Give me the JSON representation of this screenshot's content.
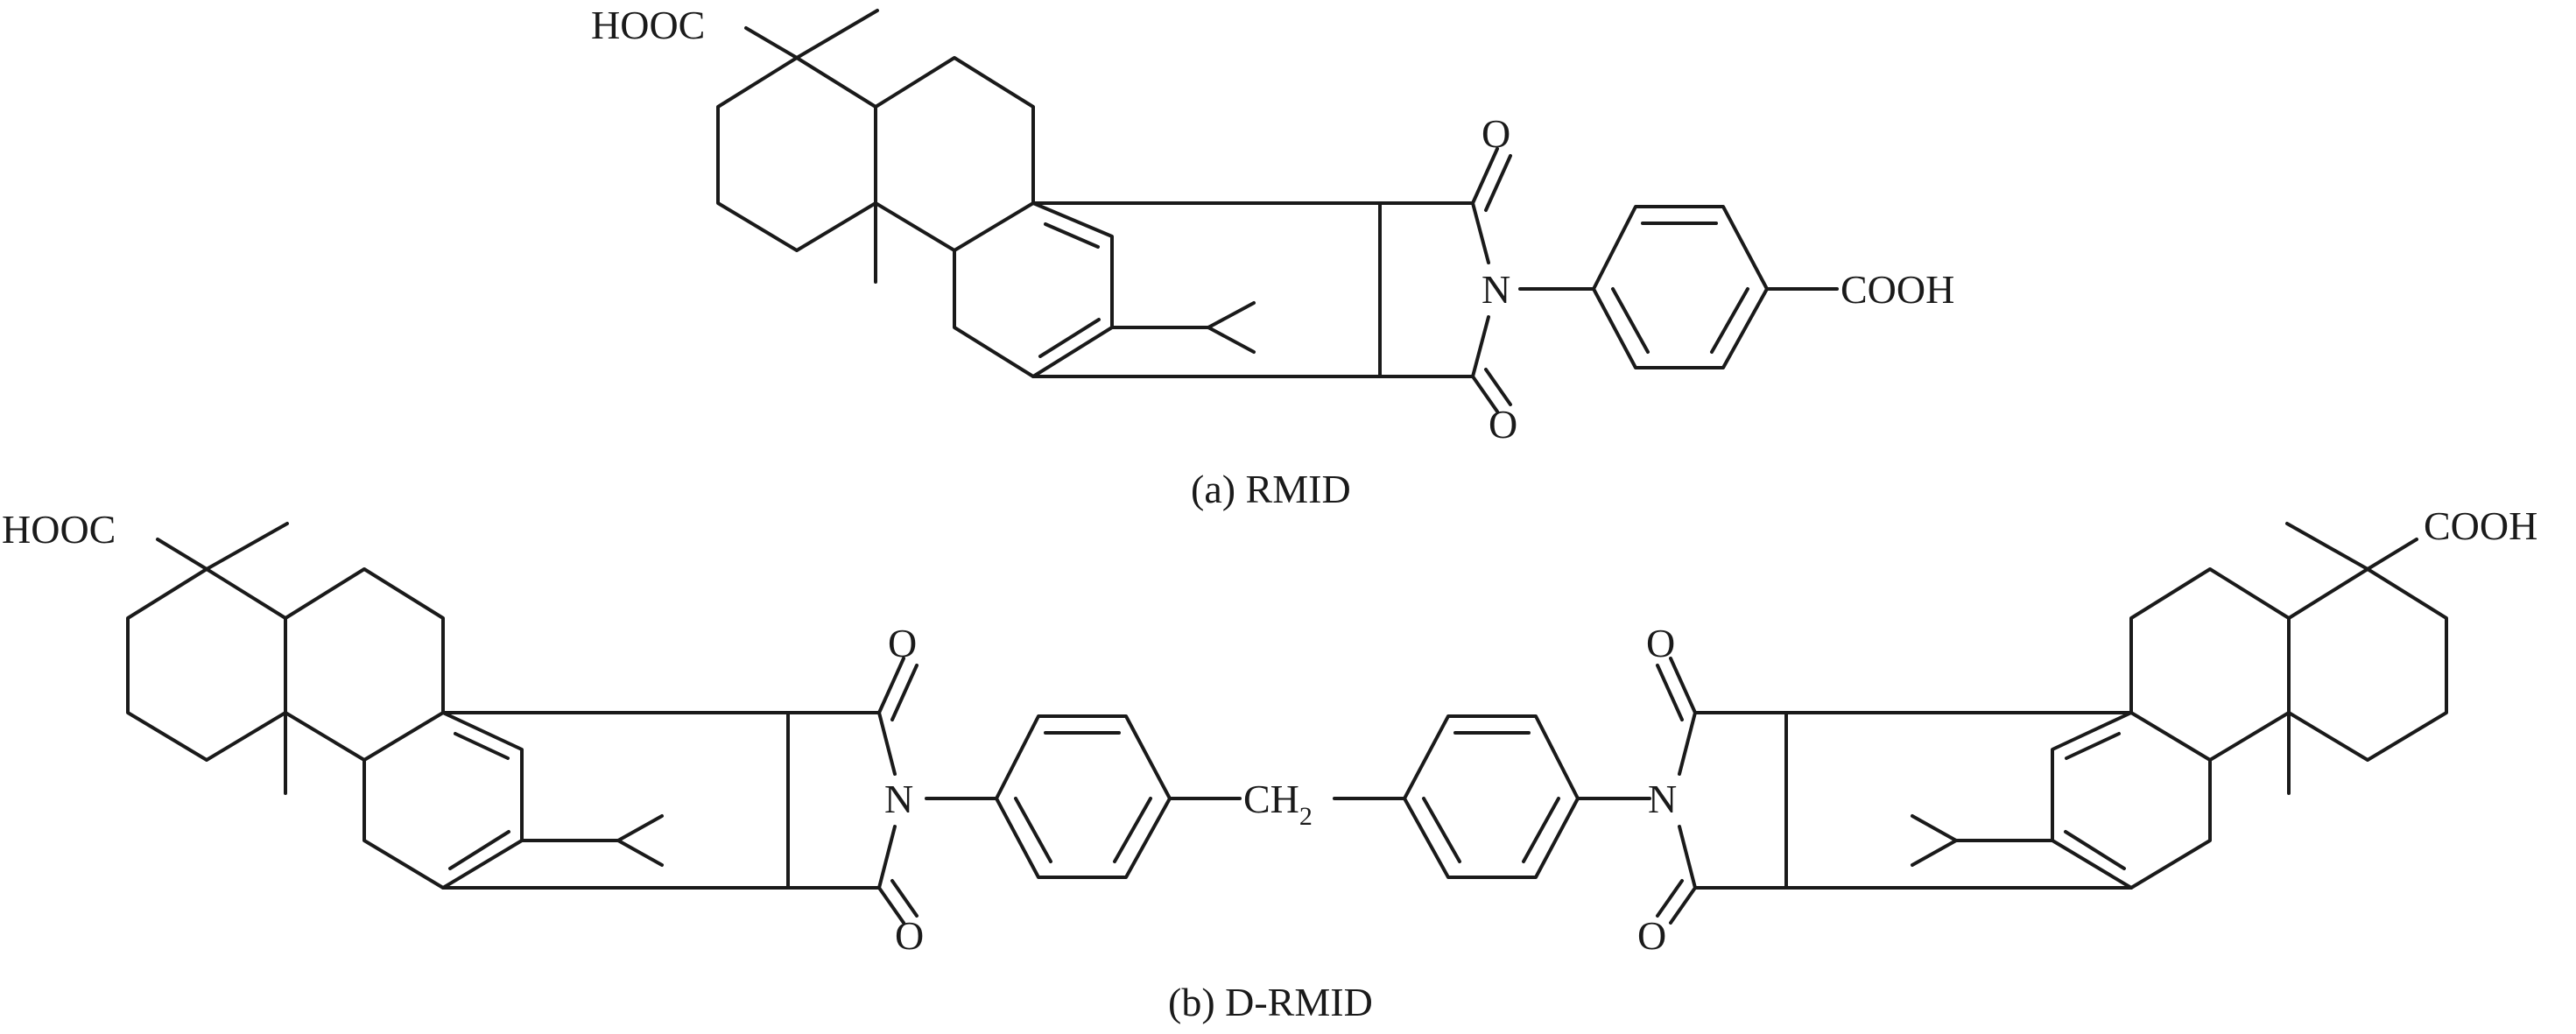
{
  "structures": [
    {
      "caption": "(a) RMID",
      "atoms": {
        "hooc": "HOOC",
        "o_top": "O",
        "n": "N",
        "o_bottom": "O",
        "cooh": "COOH"
      }
    },
    {
      "caption": "(b) D-RMID",
      "atoms": {
        "hooc_left": "HOOC",
        "o_left_top": "O",
        "n_left": "N",
        "o_left_bottom": "O",
        "ch": "CH",
        "ch_sub": "2",
        "o_right_top": "O",
        "n_right": "N",
        "o_right_bottom": "O",
        "cooh_right": "COOH"
      }
    }
  ]
}
